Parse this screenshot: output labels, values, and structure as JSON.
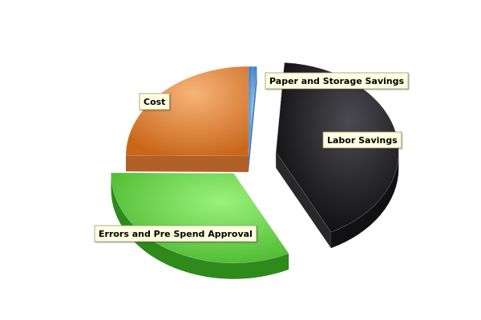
{
  "chart_data": {
    "type": "pie",
    "style": "3d-exploded",
    "slices": [
      {
        "label": "Paper and Storage Savings",
        "value": 1.1,
        "color": "#5b9bd5",
        "exploded": false
      },
      {
        "label": "Labor Savings",
        "value": 41.5,
        "color": "#2e2e33",
        "exploded": true
      },
      {
        "label": "Errors and Pre Spend Approval",
        "value": 32.5,
        "color": "#7ed957",
        "exploded": true
      },
      {
        "label": "Cost",
        "value": 24.9,
        "color": "#e8913f",
        "exploded": false
      }
    ],
    "legend": "none",
    "label_style": "callout-box"
  }
}
